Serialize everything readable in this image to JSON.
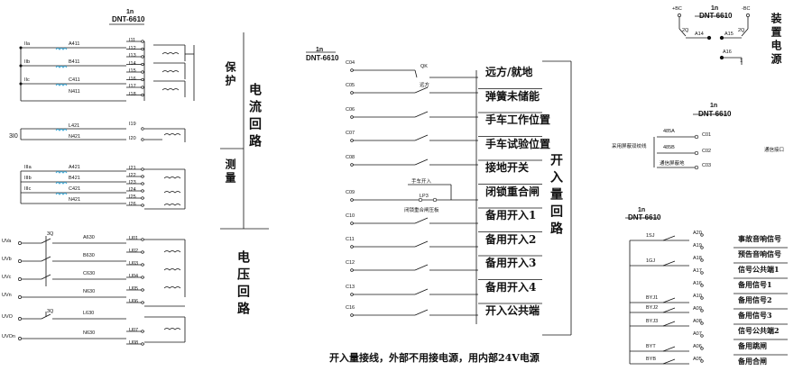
{
  "colors": {
    "red": "#e03030",
    "black": "#111111",
    "cyan": "#3aa8d8",
    "pink": "#d04080"
  },
  "device": {
    "one_n": "1n",
    "model": "DNT-6610"
  },
  "left": {
    "top_ct": [
      "IIa",
      "IIb",
      "IIc"
    ],
    "top_ct_mid": [
      "A411",
      "B411",
      "C411",
      "N411"
    ],
    "top_terms": [
      "I11",
      "I12",
      "I13",
      "I14",
      "I15",
      "I16",
      "I17",
      "I18"
    ],
    "zero_seq": "3I0",
    "zero_mid": [
      "L421",
      "N421"
    ],
    "zero_terms": [
      "I19",
      "I20"
    ],
    "meas_ct": [
      "IIIa",
      "IIIb",
      "IIIc"
    ],
    "meas_mid": [
      "A421",
      "B421",
      "C421",
      "N421"
    ],
    "meas_terms": [
      "I21",
      "I22",
      "I23",
      "I24",
      "I25",
      "I26"
    ],
    "vt_rows": [
      "UVa",
      "UVb",
      "UVc",
      "UVn",
      "UVO",
      "UVOn"
    ],
    "vt_sw": [
      "3Q",
      "3Q"
    ],
    "vt_mid": [
      "A630",
      "B630",
      "C630",
      "N630",
      "L630",
      "N630"
    ],
    "vt_terms": [
      "U01",
      "U02",
      "U03",
      "U04",
      "U05",
      "U06",
      "U07",
      "U08"
    ]
  },
  "left_box": {
    "prot": "保护",
    "meas": "测量",
    "cur_loop": "电流回路",
    "volt_loop": "电压回路"
  },
  "mid": {
    "c_labels": [
      "C04",
      "C05",
      "C06",
      "C07",
      "C08",
      "C09",
      "C10",
      "C11",
      "C12",
      "C13",
      "C16"
    ],
    "qk": "QK",
    "qk_sub": "远方",
    "lp": "LP3",
    "lp_note": "闭锁重合闸压板",
    "handcart": "手车开入",
    "box": [
      "远方/就地",
      "弹簧未储能",
      "手车工作位置",
      "手车试验位置",
      "接地开关",
      "闭锁重合闸",
      "备用开入1",
      "备用开入2",
      "备用开入3",
      "备用开入4",
      "开入公共端"
    ],
    "side": "开入量回路",
    "footer": "开入量接线，外部不用接电源，用内部24V电源"
  },
  "power": {
    "plus": "+BC",
    "minus": "-BC",
    "q1": "2Q",
    "q2": "2Q",
    "pins": [
      "A14",
      "A15",
      "A16"
    ],
    "side": "装置电源",
    "pin_one": "1"
  },
  "comm": {
    "c1": "485A",
    "c2": "485B",
    "c3": "通信屏蔽地",
    "label": "采用屏蔽双绞线",
    "pins": [
      "C01",
      "C02",
      "C03"
    ],
    "iface": "通信接口"
  },
  "signal": {
    "relays": [
      "1SJ",
      "1GJ",
      "BYJ1",
      "BYJ2",
      "BYJ3",
      "BYT",
      "BYB"
    ],
    "pins": [
      "A20",
      "A19",
      "A18",
      "A17",
      "A16",
      "A10",
      "A09",
      "A08",
      "A07",
      "A06",
      "A05"
    ],
    "labels": [
      "事故音响信号",
      "预告音响信号",
      "信号公共端1",
      "备用信号1",
      "备用信号2",
      "备用信号3",
      "信号公共端2",
      "备用跳闸",
      "备用合闸"
    ]
  }
}
